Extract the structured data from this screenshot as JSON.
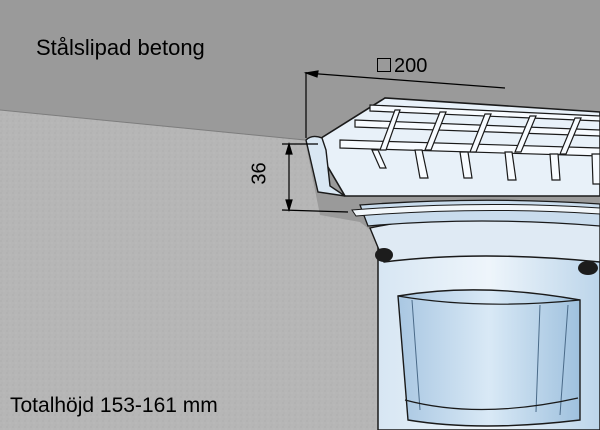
{
  "surface_label": "Stålslipad betong",
  "total_height_label": "Totalhöjd 153-161 mm",
  "dimensions": {
    "size_value": "200",
    "size_symbol": "square",
    "height_value": "36"
  },
  "colors": {
    "background": "#9a9a9a",
    "concrete": "#b4b4b4",
    "drain_light": "#e6f0f8",
    "drain_blue": "#b7d3ea",
    "outline": "#1a1a1a"
  }
}
